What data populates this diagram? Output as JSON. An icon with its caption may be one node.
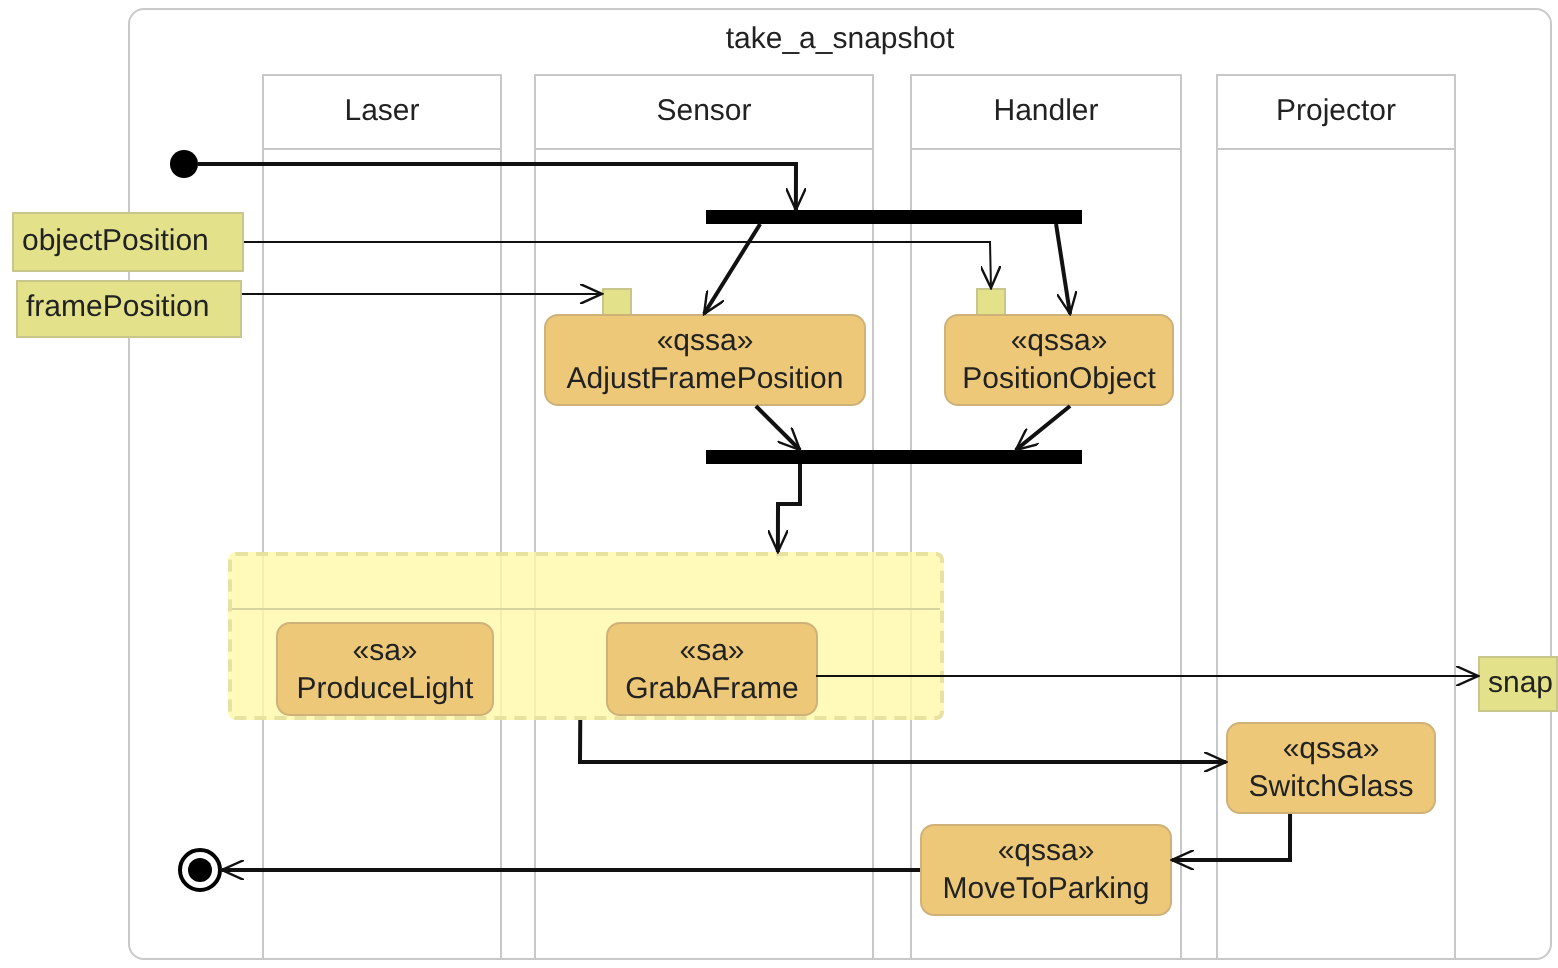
{
  "diagram": {
    "nodes": [
      {
        "text": [
          "take_a_snapshot"
        ]
      },
      {
        "text": [
          "Laser"
        ],
        "in": 0
      },
      {
        "text": [
          "Sensor"
        ],
        "in": 0
      },
      {
        "text": [
          "Handler"
        ],
        "in": 0
      },
      {
        "text": [
          "Projector"
        ],
        "in": 0
      },
      {
        "text": [],
        "shape": "circle",
        "in": 0
      },
      {
        "text": [],
        "shape": "bar",
        "in": 0
      },
      {
        "text": [
          "objectPosition"
        ]
      },
      {
        "text": [
          "framePosition"
        ]
      },
      {
        "text": [],
        "shape": "box",
        "in": 0
      },
      {
        "text": [
          "«qssa»",
          "AdjustFramePosition"
        ],
        "in": 0
      },
      {
        "text": [],
        "shape": "box",
        "in": 0
      },
      {
        "text": [
          "«qssa»",
          "PositionObject"
        ],
        "in": 0
      },
      {
        "text": [],
        "shape": "bar",
        "in": 0
      },
      {
        "text": [],
        "shape": "box",
        "in": 0
      },
      {
        "text": [
          "«sa»",
          "ProduceLight"
        ],
        "in": 14
      },
      {
        "text": [
          "«sa»",
          "GrabAFrame"
        ],
        "in": 14
      },
      {
        "text": [
          "snap"
        ]
      },
      {
        "text": [
          "«qssa»",
          "SwitchGlass"
        ],
        "in": 0
      },
      {
        "text": [
          "«qssa»",
          "MoveToParking"
        ],
        "in": 0
      },
      {
        "text": [],
        "shape": "circle",
        "in": 0
      }
    ],
    "edges": [
      {
        "from": 5,
        "to": 6,
        "arrow": "to"
      },
      {
        "from": 6,
        "to": 10,
        "arrow": "to"
      },
      {
        "from": 6,
        "to": 12,
        "arrow": "to"
      },
      {
        "from": 7,
        "to": 11,
        "arrow": "to"
      },
      {
        "from": 8,
        "to": 9,
        "arrow": "to"
      },
      {
        "from": 10,
        "to": 13,
        "arrow": "to"
      },
      {
        "from": 12,
        "to": 13,
        "arrow": "to"
      },
      {
        "from": 13,
        "to": 14,
        "arrow": "to"
      },
      {
        "from": 16,
        "to": 17,
        "arrow": "to"
      },
      {
        "from": 14,
        "to": 18,
        "arrow": "to"
      },
      {
        "from": 18,
        "to": 19,
        "arrow": "to"
      },
      {
        "from": 19,
        "to": 20,
        "arrow": "to"
      }
    ]
  }
}
